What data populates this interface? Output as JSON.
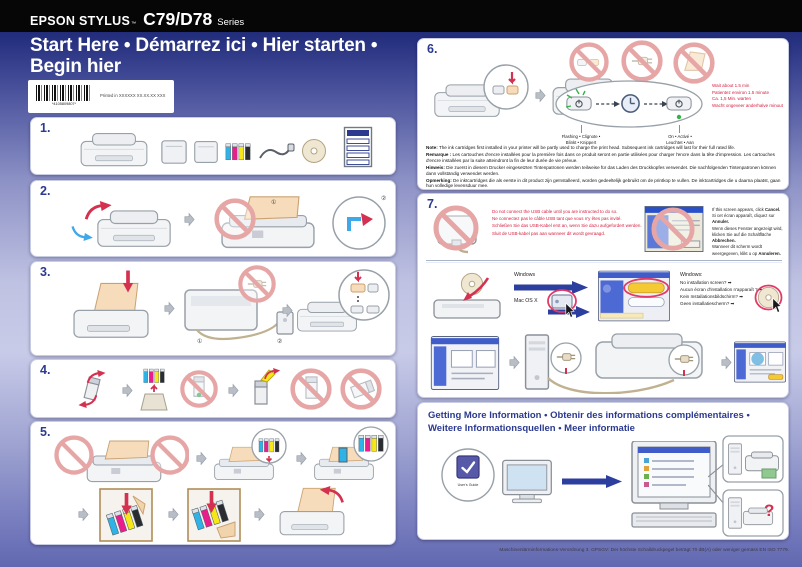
{
  "header": {
    "brand": "EPSON STYLUS",
    "trademark": "™",
    "model": "C79/D78",
    "series": "Series"
  },
  "title": {
    "line1": "Start Here • Démarrez ici • Hier starten •",
    "line2": "Begin hier"
  },
  "barcode": {
    "digits": "*4105809807*",
    "printed_in": "Printed in XXXXXX XX.XX.XX XXX"
  },
  "step_labels": [
    "1.",
    "2.",
    "3.",
    "4.",
    "5.",
    "6.",
    "7."
  ],
  "step2": {
    "mark1": "①",
    "mark2": "②"
  },
  "step3": {
    "mark1": "①",
    "mark2": "②"
  },
  "step6": {
    "wait": [
      "Wait about 1.5 min",
      "Patientez environ 1.5 minute",
      "Ca. 1,5 Min. warten",
      "Wacht ongeveer anderhalve minuut"
    ],
    "flashing1": "Flashing • Clignote •",
    "flashing2": "Blinkt • Knippert",
    "on1": "On • Activé •",
    "on2": "Leuchtet • Aan"
  },
  "note": [
    {
      "lead": "Note:",
      "body": " The ink cartridges first installed in your printer will be partly used to charge the print head. Subsequent ink cartridges will last for their full rated life."
    },
    {
      "lead": "Remarque :",
      "body": " Les cartouches d'encre installées pour la première fois dans ce produit seront en partie utilisées pour charger l'encre dans la tête d'impression. Les cartouches d'encre installées par la suite atteindront la fin de leur durée de vie prévue."
    },
    {
      "lead": "Hinweis:",
      "body": " Die zuerst in diesem Drucker eingesetzten Tintenpatronen werden teilweise für das Laden des Druckkopfes verwendet. Die nachfolgenden Tintenpatronen können dann vollständig verwendet werden."
    },
    {
      "lead": "Opmerking:",
      "body": " De inktcartridges die als eerste in dit product zijn geïnstalleerd, worden gedeeltelijk gebruikt om de printkop te vullen. De inktcartridges die u daarna plaatst, gaan hun volledige levensduur mee."
    }
  ],
  "step7": {
    "usb_warning": [
      "Do not connect the USB cable until you are instructed to do so.",
      "Ne connectez pas le câble USB tant que vous n'y êtes pas invité.",
      "Schließen Sie das USB-Kabel erst an, wenn Sie dazu aufgefordert werden.",
      "Sluit de USB-kabel pas aan wanneer dit wordt gevraagd."
    ],
    "cancel_lines": [
      {
        "pre": "If this screen appears, click ",
        "bold": "Cancel."
      },
      {
        "pre": "Si cet écran apparaît, cliquez sur ",
        "bold": "Annuler."
      },
      {
        "pre": "Wenn dieses Fenster angezeigt wird, klicken Sie auf die Schaltfläche ",
        "bold": "Abbrechen."
      },
      {
        "pre": "Wanneer dit scherm wordt weergegeven, klikt u op ",
        "bold": "Annuleren."
      }
    ],
    "windows_label": "Windows",
    "mac_label": "Mac OS X",
    "no_screen_head": "Windows:",
    "no_screen": [
      "No installation screen? ➡",
      "Aucun écran d'installation n'apparaît ? ➡",
      "Kein Installationsbildschirm? ➡",
      "Geen installatiescherm? ➡"
    ]
  },
  "more_info": {
    "title1": "Getting More Information • Obtenir des informations complémentaires •",
    "title2": "Weitere Informationsquellen • Meer informatie",
    "guide_icon_label": "User's Guide",
    "question_mark": "?"
  },
  "footer": {
    "regulation": "Maschinenlärminformations-Verordnung 3. GPSGV: Der höchste Schalldruckpegel beträgt 70 dB(A) oder weniger gemäss EN ISO 7779."
  }
}
